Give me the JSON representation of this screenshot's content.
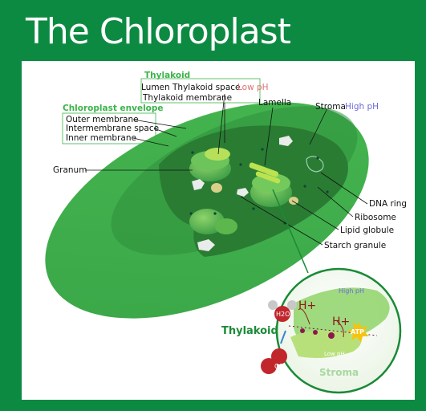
{
  "title": "The Chloroplast",
  "labels": {
    "thylakoid_group": "Thylakoid",
    "lumen": "Lumen Thylakoid space",
    "low_ph_top": "Low pH",
    "thylakoid_membrane": "Thylakoid membrane",
    "envelope_group": "Chloroplast envelope",
    "outer_membrane": "Outer membrane",
    "intermembrane_space": "Intermembrane space",
    "inner_membrane": "Inner membrane",
    "lamella": "Lamella",
    "stroma": "Stroma",
    "high_ph": "High pH",
    "granum": "Granum",
    "dna_ring": "DNA ring",
    "ribosome": "Ribosome",
    "lipid_globule": "Lipid globule",
    "starch_granule": "Starch granule"
  },
  "inset": {
    "high_ph": "High pH",
    "h_plus_left": "H+",
    "h_plus_right": "H+",
    "water": "H2O",
    "thylakoid": "Thylakoid",
    "atp": "ATP",
    "low_ph": "Low pH",
    "oxygen": "O2",
    "stroma": "Stroma"
  },
  "colors": {
    "background": "#0d8a42",
    "panel": "#ffffff",
    "envelope": "#3aaa48",
    "label_green": "#3bb44a",
    "high_ph_blue": "#6a6ad8",
    "low_ph_red": "#e07070",
    "proton_red": "#8b1a1a"
  }
}
